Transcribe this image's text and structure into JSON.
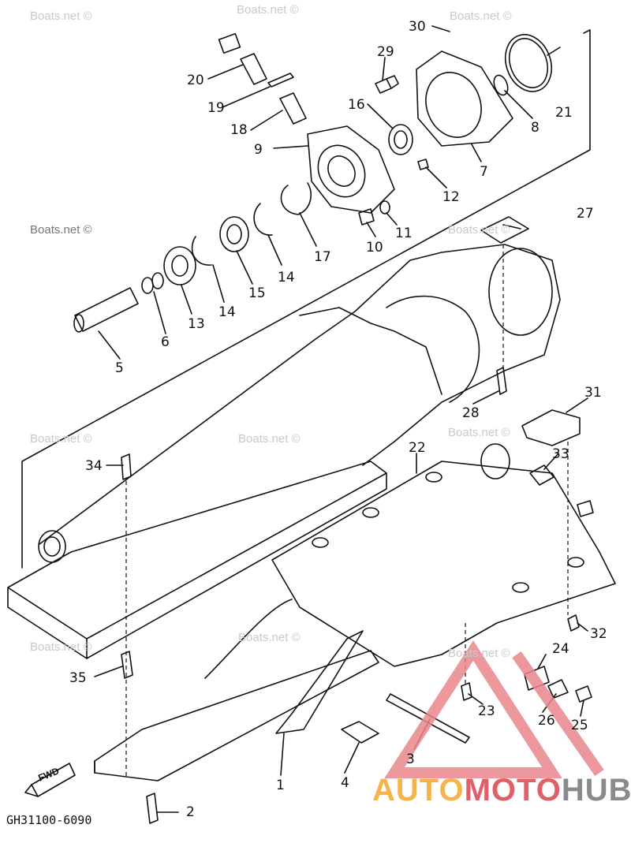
{
  "diagram": {
    "code": "GH31100-6090",
    "fwd_label": "FWD",
    "watermark": "Boats.net ©",
    "brand": {
      "part1": "AUTO",
      "part2": "MOTO",
      "part3": "HUB"
    },
    "callouts": [
      "30",
      "29",
      "20",
      "19",
      "18",
      "9",
      "16",
      "21",
      "8",
      "7",
      "12",
      "10",
      "11",
      "27",
      "17",
      "14",
      "15",
      "13",
      "6",
      "5",
      "28",
      "31",
      "33",
      "34",
      "22",
      "32",
      "35",
      "24",
      "23",
      "26",
      "25",
      "3",
      "4",
      "1",
      "2",
      "14"
    ]
  }
}
